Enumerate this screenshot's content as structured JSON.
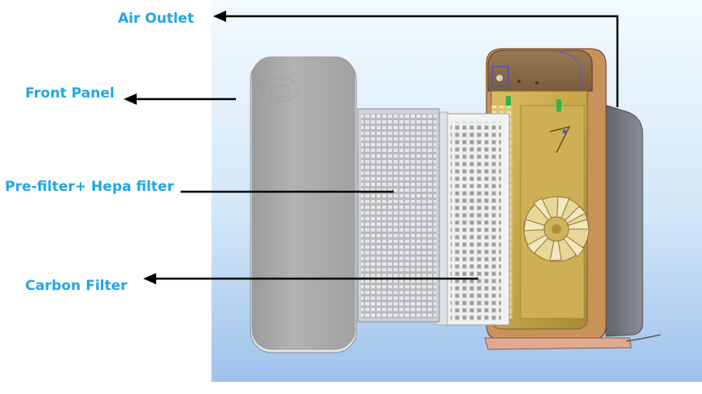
{
  "labels": {
    "air_outlet": "Air Outlet",
    "front_panel": "Front Panel",
    "pre_hepa": "Pre-filter+ Hepa filter",
    "carbon_filter": "Carbon Filter"
  },
  "colors": {
    "label": "#1ea7e8",
    "background_top": "#eef8ff",
    "background_bottom": "#a9c9ee",
    "housing_gold": "#c8a84a",
    "housing_dark": "#8a6a3a",
    "panel_gray": "#a8a8a8",
    "arrow": "#000000"
  }
}
